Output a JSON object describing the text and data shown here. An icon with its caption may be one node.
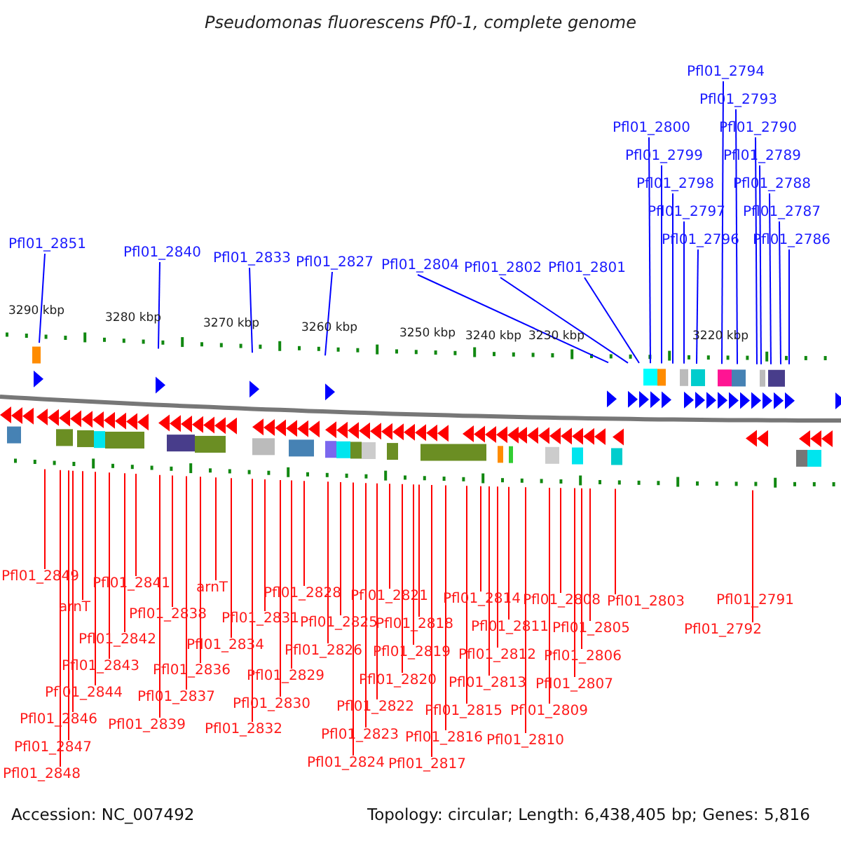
{
  "diagram": {
    "title": "Pseudomonas fluorescens Pf0-1, complete genome",
    "nodes": [
      {
        "text": [
          "Pfl01_2794"
        ]
      },
      {
        "text": [
          "Pfl01_2793"
        ]
      },
      {
        "text": [
          "Pfl01_2800"
        ]
      },
      {
        "text": [
          "Pfl01_2790"
        ]
      },
      {
        "text": [
          "Pfl01_2799"
        ]
      },
      {
        "text": [
          "Pfl01_2789"
        ]
      },
      {
        "text": [
          "Pfl01_2798"
        ]
      },
      {
        "text": [
          "Pfl01_2788"
        ]
      },
      {
        "text": [
          "Pfl01_2797"
        ]
      },
      {
        "text": [
          "Pfl01_2787"
        ]
      },
      {
        "text": [
          "Pfl01_2796"
        ]
      },
      {
        "text": [
          "Pfl01_2786"
        ]
      },
      {
        "text": [
          "Pfl01_2851"
        ]
      },
      {
        "text": [
          "Pfl01_2840"
        ]
      },
      {
        "text": [
          "Pfl01_2833"
        ]
      },
      {
        "text": [
          "Pfl01_2827"
        ]
      },
      {
        "text": [
          "Pfl01_2804"
        ]
      },
      {
        "text": [
          "Pfl01_2802"
        ]
      },
      {
        "text": [
          "Pfl01_2801"
        ]
      },
      {
        "text": [
          "Pfl01_2849"
        ]
      },
      {
        "text": [
          "Pfl01_2841"
        ]
      },
      {
        "text": [
          "arnT"
        ]
      },
      {
        "text": [
          "Pfl01_2828"
        ]
      },
      {
        "text": [
          "Pfl01_2821"
        ]
      },
      {
        "text": [
          "Pfl01_2814"
        ]
      },
      {
        "text": [
          "Pfl01_2808"
        ]
      },
      {
        "text": [
          "Pfl01_2791"
        ]
      },
      {
        "text": [
          "Pfl01_2803"
        ]
      },
      {
        "text": [
          "arnT"
        ]
      },
      {
        "text": [
          "Pfl01_2838"
        ]
      },
      {
        "text": [
          "Pfl01_2831"
        ]
      },
      {
        "text": [
          "Pfl01_2825"
        ]
      },
      {
        "text": [
          "Pfl01_2818"
        ]
      },
      {
        "text": [
          "Pfl01_2811"
        ]
      },
      {
        "text": [
          "Pfl01_2805"
        ]
      },
      {
        "text": [
          "Pfl01_2792"
        ]
      },
      {
        "text": [
          "Pfl01_2842"
        ]
      },
      {
        "text": [
          "Pfl01_2834"
        ]
      },
      {
        "text": [
          "Pfl01_2826"
        ]
      },
      {
        "text": [
          "Pfl01_2819"
        ]
      },
      {
        "text": [
          "Pfl01_2812"
        ]
      },
      {
        "text": [
          "Pfl01_2806"
        ]
      },
      {
        "text": [
          "Pfl01_2843"
        ]
      },
      {
        "text": [
          "Pfl01_2836"
        ]
      },
      {
        "text": [
          "Pfl01_2829"
        ]
      },
      {
        "text": [
          "Pfl01_2820"
        ]
      },
      {
        "text": [
          "Pfl01_2813"
        ]
      },
      {
        "text": [
          "Pfl01_2807"
        ]
      },
      {
        "text": [
          "Pfl01_2844"
        ]
      },
      {
        "text": [
          "Pfl01_2837"
        ]
      },
      {
        "text": [
          "Pfl01_2830"
        ]
      },
      {
        "text": [
          "Pfl01_2822"
        ]
      },
      {
        "text": [
          "Pfl01_2815"
        ]
      },
      {
        "text": [
          "Pfl01_2809"
        ]
      },
      {
        "text": [
          "Pfl01_2846"
        ]
      },
      {
        "text": [
          "Pfl01_2839"
        ]
      },
      {
        "text": [
          "Pfl01_2832"
        ]
      },
      {
        "text": [
          "Pfl01_2823"
        ]
      },
      {
        "text": [
          "Pfl01_2816"
        ]
      },
      {
        "text": [
          "Pfl01_2810"
        ]
      },
      {
        "text": [
          "Pfl01_2847"
        ]
      },
      {
        "text": [
          "Pfl01_2824"
        ]
      },
      {
        "text": [
          "Pfl01_2817"
        ]
      },
      {
        "text": [
          "Pfl01_2848"
        ]
      }
    ],
    "edges": [
      {
        "from": 0,
        "to": null,
        "arrow": "none",
        "color": "#0000ff"
      },
      {
        "from": 1,
        "to": null,
        "arrow": "none",
        "color": "#0000ff"
      },
      {
        "from": 2,
        "to": null,
        "arrow": "none",
        "color": "#0000ff"
      },
      {
        "from": 3,
        "to": null,
        "arrow": "none",
        "color": "#0000ff"
      },
      {
        "from": 4,
        "to": null,
        "arrow": "none",
        "color": "#0000ff"
      },
      {
        "from": 5,
        "to": null,
        "arrow": "none",
        "color": "#0000ff"
      },
      {
        "from": 6,
        "to": null,
        "arrow": "none",
        "color": "#0000ff"
      },
      {
        "from": 7,
        "to": null,
        "arrow": "none",
        "color": "#0000ff"
      },
      {
        "from": 8,
        "to": null,
        "arrow": "none",
        "color": "#0000ff"
      },
      {
        "from": 9,
        "to": null,
        "arrow": "none",
        "color": "#0000ff"
      },
      {
        "from": 10,
        "to": null,
        "arrow": "none",
        "color": "#0000ff"
      },
      {
        "from": 11,
        "to": null,
        "arrow": "none",
        "color": "#0000ff"
      },
      {
        "from": 12,
        "to": null,
        "arrow": "none",
        "color": "#0000ff"
      },
      {
        "from": 13,
        "to": null,
        "arrow": "none",
        "color": "#0000ff"
      },
      {
        "from": 14,
        "to": null,
        "arrow": "none",
        "color": "#0000ff"
      },
      {
        "from": 15,
        "to": null,
        "arrow": "none",
        "color": "#0000ff"
      },
      {
        "from": 16,
        "to": null,
        "arrow": "none",
        "color": "#0000ff"
      },
      {
        "from": 17,
        "to": null,
        "arrow": "none",
        "color": "#0000ff"
      },
      {
        "from": 18,
        "to": null,
        "arrow": "none",
        "color": "#0000ff"
      },
      {
        "from": 19,
        "to": null,
        "arrow": "none"
      },
      {
        "from": 20,
        "to": null,
        "arrow": "none"
      },
      {
        "from": 21,
        "to": null,
        "arrow": "none"
      },
      {
        "from": 22,
        "to": null,
        "arrow": "none"
      },
      {
        "from": 23,
        "to": null,
        "arrow": "none"
      },
      {
        "from": 24,
        "to": null,
        "arrow": "none"
      },
      {
        "from": 25,
        "to": null,
        "arrow": "none"
      },
      {
        "from": 26,
        "to": null,
        "arrow": "none"
      },
      {
        "from": 27,
        "to": null,
        "arrow": "none"
      },
      {
        "from": 28,
        "to": null,
        "arrow": "none"
      },
      {
        "from": 29,
        "to": null,
        "arrow": "none"
      },
      {
        "from": 30,
        "to": null,
        "arrow": "none"
      },
      {
        "from": 31,
        "to": null,
        "arrow": "none"
      },
      {
        "from": 32,
        "to": null,
        "arrow": "none"
      },
      {
        "from": 33,
        "to": null,
        "arrow": "none"
      },
      {
        "from": 34,
        "to": null,
        "arrow": "none"
      },
      {
        "from": 35,
        "to": null,
        "arrow": "none"
      },
      {
        "from": 36,
        "to": null,
        "arrow": "none"
      },
      {
        "from": 37,
        "to": null,
        "arrow": "none"
      },
      {
        "from": 38,
        "to": null,
        "arrow": "none"
      },
      {
        "from": 39,
        "to": null,
        "arrow": "none"
      },
      {
        "from": 40,
        "to": null,
        "arrow": "none"
      },
      {
        "from": 41,
        "to": null,
        "arrow": "none"
      },
      {
        "from": 42,
        "to": null,
        "arrow": "none"
      },
      {
        "from": 43,
        "to": null,
        "arrow": "none"
      },
      {
        "from": 44,
        "to": null,
        "arrow": "none"
      },
      {
        "from": 45,
        "to": null,
        "arrow": "none"
      },
      {
        "from": 46,
        "to": null,
        "arrow": "none"
      },
      {
        "from": 47,
        "to": null,
        "arrow": "none"
      },
      {
        "from": 48,
        "to": null,
        "arrow": "none"
      },
      {
        "from": 49,
        "to": null,
        "arrow": "none"
      },
      {
        "from": 50,
        "to": null,
        "arrow": "none"
      },
      {
        "from": 51,
        "to": null,
        "arrow": "none"
      },
      {
        "from": 52,
        "to": null,
        "arrow": "none"
      },
      {
        "from": 53,
        "to": null,
        "arrow": "none"
      },
      {
        "from": 54,
        "to": null,
        "arrow": "none"
      },
      {
        "from": 55,
        "to": null,
        "arrow": "none"
      },
      {
        "from": 56,
        "to": null,
        "arrow": "none"
      },
      {
        "from": 57,
        "to": null,
        "arrow": "none"
      },
      {
        "from": 58,
        "to": null,
        "arrow": "none"
      },
      {
        "from": 59,
        "to": null,
        "arrow": "none"
      },
      {
        "from": 60,
        "to": null,
        "arrow": "none"
      },
      {
        "from": 61,
        "to": null,
        "arrow": "none"
      },
      {
        "from": 62,
        "to": null,
        "arrow": "none"
      },
      {
        "from": 63,
        "to": null,
        "arrow": "none"
      }
    ],
    "labels": [
      "3290 kbp",
      "3280 kbp",
      "3270 kbp",
      "3260 kbp",
      "3250 kbp",
      "3240 kbp",
      "3230 kbp",
      "3220 kbp",
      "Accession: NC_007492",
      "Topology: circular; Length: 6,438,405 bp; Genes: 5,816"
    ]
  }
}
